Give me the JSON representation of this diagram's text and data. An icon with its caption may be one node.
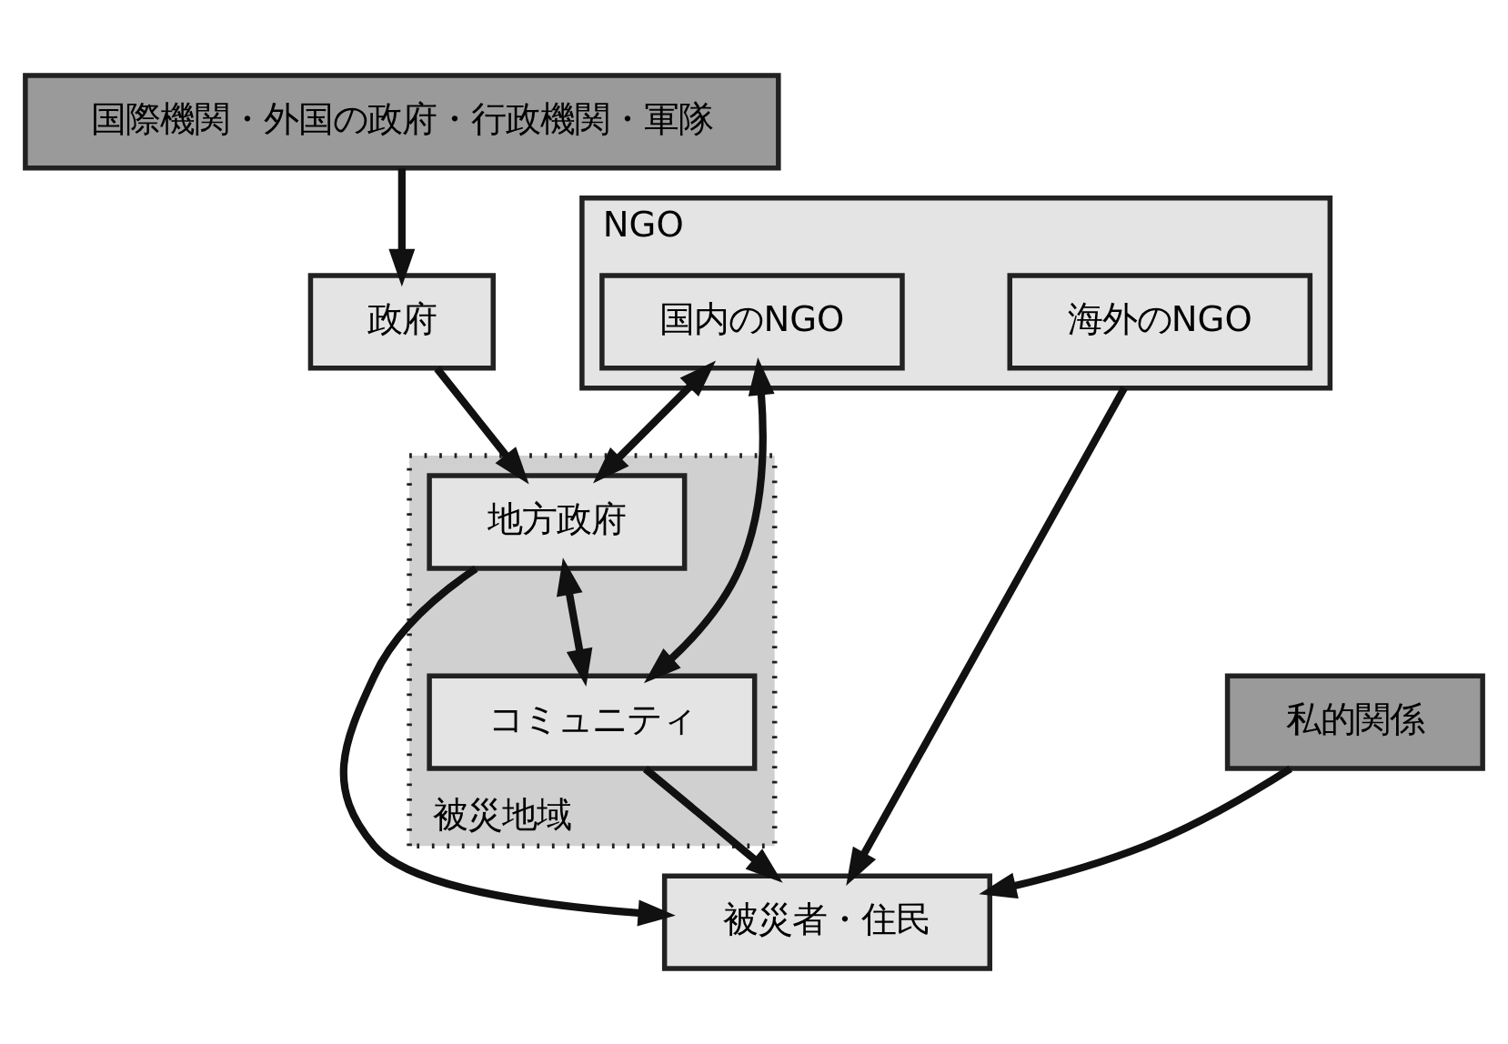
{
  "diagram": {
    "nodes": [
      {
        "text": [
          "国際機関・外国の政府・行政機関・軍隊"
        ]
      },
      {
        "text": [
          "政府"
        ]
      },
      {
        "text": [
          "被災地域"
        ]
      },
      {
        "text": [
          "地方政府"
        ],
        "in": 2
      },
      {
        "text": [
          "コミュニティ"
        ],
        "in": 2
      },
      {
        "text": [
          "被災者・住民"
        ]
      },
      {
        "text": [
          "NGO"
        ]
      },
      {
        "text": [
          "海外のNGO"
        ],
        "in": 6
      },
      {
        "text": [
          "国内のNGO"
        ],
        "in": 6
      },
      {
        "text": [
          "私的関係"
        ]
      }
    ],
    "edges": [
      {
        "from": 0,
        "to": 1,
        "arrow": "to"
      },
      {
        "from": 1,
        "to": 3,
        "arrow": "to"
      },
      {
        "from": 3,
        "to": 4,
        "arrow": "both"
      },
      {
        "from": 8,
        "to": 3,
        "arrow": "both"
      },
      {
        "from": 8,
        "to": 4,
        "arrow": "both"
      },
      {
        "from": 4,
        "to": 5,
        "arrow": "to"
      },
      {
        "from": 3,
        "to": 5,
        "arrow": "to"
      },
      {
        "from": 6,
        "to": 5,
        "arrow": "to"
      },
      {
        "from": 9,
        "to": 5,
        "arrow": "to"
      }
    ]
  }
}
